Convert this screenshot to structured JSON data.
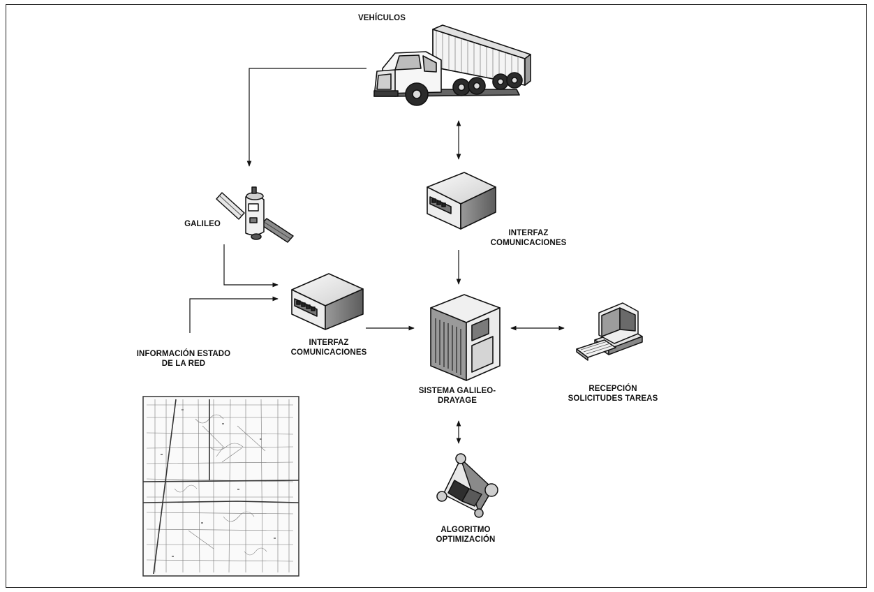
{
  "diagram": {
    "nodes": {
      "vehicles": {
        "label": "VEHÍCULOS",
        "icon": "truck-icon"
      },
      "galileo": {
        "label": "GALILEO",
        "icon": "satellite-icon"
      },
      "comm_interface_top": {
        "label": "INTERFAZ\nCOMUNICACIONES",
        "icon": "server-box-icon"
      },
      "comm_interface_left": {
        "label": "INTERFAZ\nCOMUNICACIONES",
        "icon": "server-box-icon"
      },
      "network_info": {
        "label": "INFORMACIÓN ESTADO\nDE LA RED",
        "icon": "street-map-icon"
      },
      "system": {
        "label": "SISTEMA GALILEO-\nDRAYAGE",
        "icon": "mainframe-icon"
      },
      "reception": {
        "label": "RECEPCIÓN\nSOLICITUDES TAREAS",
        "icon": "computer-icon"
      },
      "algorithm": {
        "label": "ALGORITMO\nOPTIMIZACIÓN",
        "icon": "prism-icon"
      }
    },
    "edges": [
      {
        "from": "vehicles",
        "to": "galileo",
        "direction": "forward"
      },
      {
        "from": "vehicles",
        "to": "comm_interface_top",
        "direction": "both"
      },
      {
        "from": "comm_interface_top",
        "to": "system",
        "direction": "forward"
      },
      {
        "from": "galileo",
        "to": "comm_interface_left",
        "direction": "forward"
      },
      {
        "from": "network_info",
        "to": "comm_interface_left",
        "direction": "forward"
      },
      {
        "from": "comm_interface_left",
        "to": "system",
        "direction": "forward"
      },
      {
        "from": "system",
        "to": "reception",
        "direction": "both"
      },
      {
        "from": "system",
        "to": "algorithm",
        "direction": "both"
      }
    ],
    "colors": {
      "line": "#111111",
      "fill_light": "#f2f2f2",
      "fill_mid": "#bdbdbd",
      "fill_dark": "#3a3a3a"
    }
  }
}
